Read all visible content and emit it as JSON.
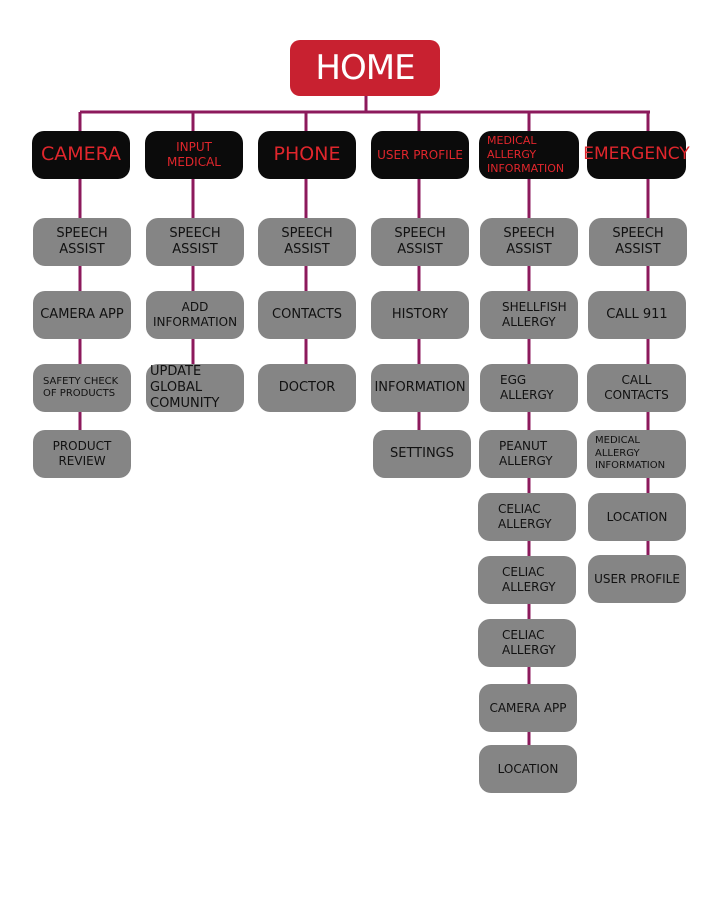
{
  "home": "HOME",
  "columns": [
    {
      "header": "CAMERA",
      "items": [
        "SPEECH ASSIST",
        "CAMERA APP",
        "SAFETY CHECK OF PRODUCTS",
        "PRODUCT REVIEW"
      ]
    },
    {
      "header": "INPUT MEDICAL",
      "items": [
        "SPEECH ASSIST",
        "ADD INFORMATION",
        "UPDATE GLOBAL COMUNITY"
      ]
    },
    {
      "header": "PHONE",
      "items": [
        "SPEECH ASSIST",
        "CONTACTS",
        "DOCTOR"
      ]
    },
    {
      "header": "USER PROFILE",
      "items": [
        "SPEECH ASSIST",
        "HISTORY",
        "INFORMATION",
        "SETTINGS"
      ]
    },
    {
      "header": "MEDICAL ALLERGY INFORMATION",
      "items": [
        "SPEECH ASSIST",
        "SHELLFISH ALLERGY",
        "EGG ALLERGY",
        "PEANUT ALLERGY",
        "CELIAC ALLERGY",
        "CELIAC ALLERGY",
        "CELIAC ALLERGY",
        "CAMERA APP",
        "LOCATION"
      ]
    },
    {
      "header": "EMERGENCY",
      "items": [
        "SPEECH ASSIST",
        "CALL 911",
        "CALL CONTACTS",
        "MEDICAL ALLERGY INFORMATION",
        "LOCATION",
        "USER PROFILE"
      ]
    }
  ],
  "colors": {
    "connector": "#8c1a5c",
    "home_fill": "#c82130",
    "header_fill": "#0b0b0b",
    "header_text": "#e0262c",
    "item_fill": "#858585"
  }
}
